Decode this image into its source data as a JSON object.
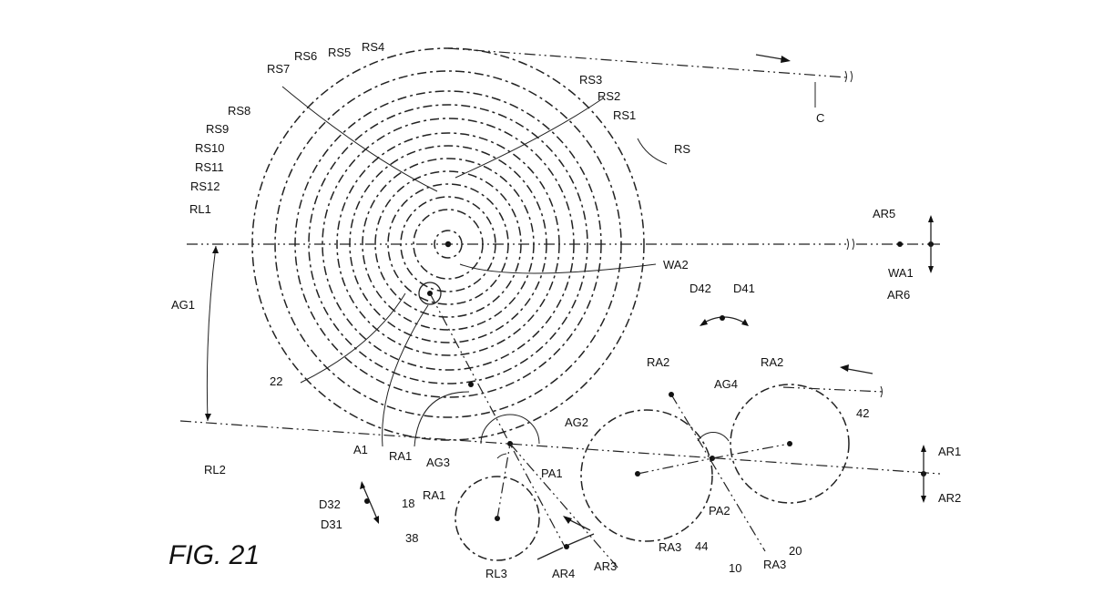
{
  "figure_title": "FIG. 21",
  "labels": {
    "RS1": "RS1",
    "RS2": "RS2",
    "RS3": "RS3",
    "RS4": "RS4",
    "RS5": "RS5",
    "RS6": "RS6",
    "RS7": "RS7",
    "RS8": "RS8",
    "RS9": "RS9",
    "RS10": "RS10",
    "RS11": "RS11",
    "RS12": "RS12",
    "RS": "RS",
    "C": "C",
    "RL1": "RL1",
    "RL2": "RL2",
    "RL3": "RL3",
    "AG1": "AG1",
    "AG2": "AG2",
    "AG3": "AG3",
    "AG4": "AG4",
    "WA1": "WA1",
    "WA2": "WA2",
    "AR1": "AR1",
    "AR2": "AR2",
    "AR3": "AR3",
    "AR4": "AR4",
    "AR5": "AR5",
    "AR6": "AR6",
    "D31": "D31",
    "D32": "D32",
    "D41": "D41",
    "D42": "D42",
    "A1": "A1",
    "PA1": "PA1",
    "PA2": "PA2",
    "RA1_a": "RA1",
    "RA1_b": "RA1",
    "RA2_a": "RA2",
    "RA2_b": "RA2",
    "RA3_a": "RA3",
    "RA3_b": "RA3",
    "n22": "22",
    "n18": "18",
    "n38": "38",
    "n44": "44",
    "n10": "10",
    "n20": "20",
    "n42": "42"
  }
}
